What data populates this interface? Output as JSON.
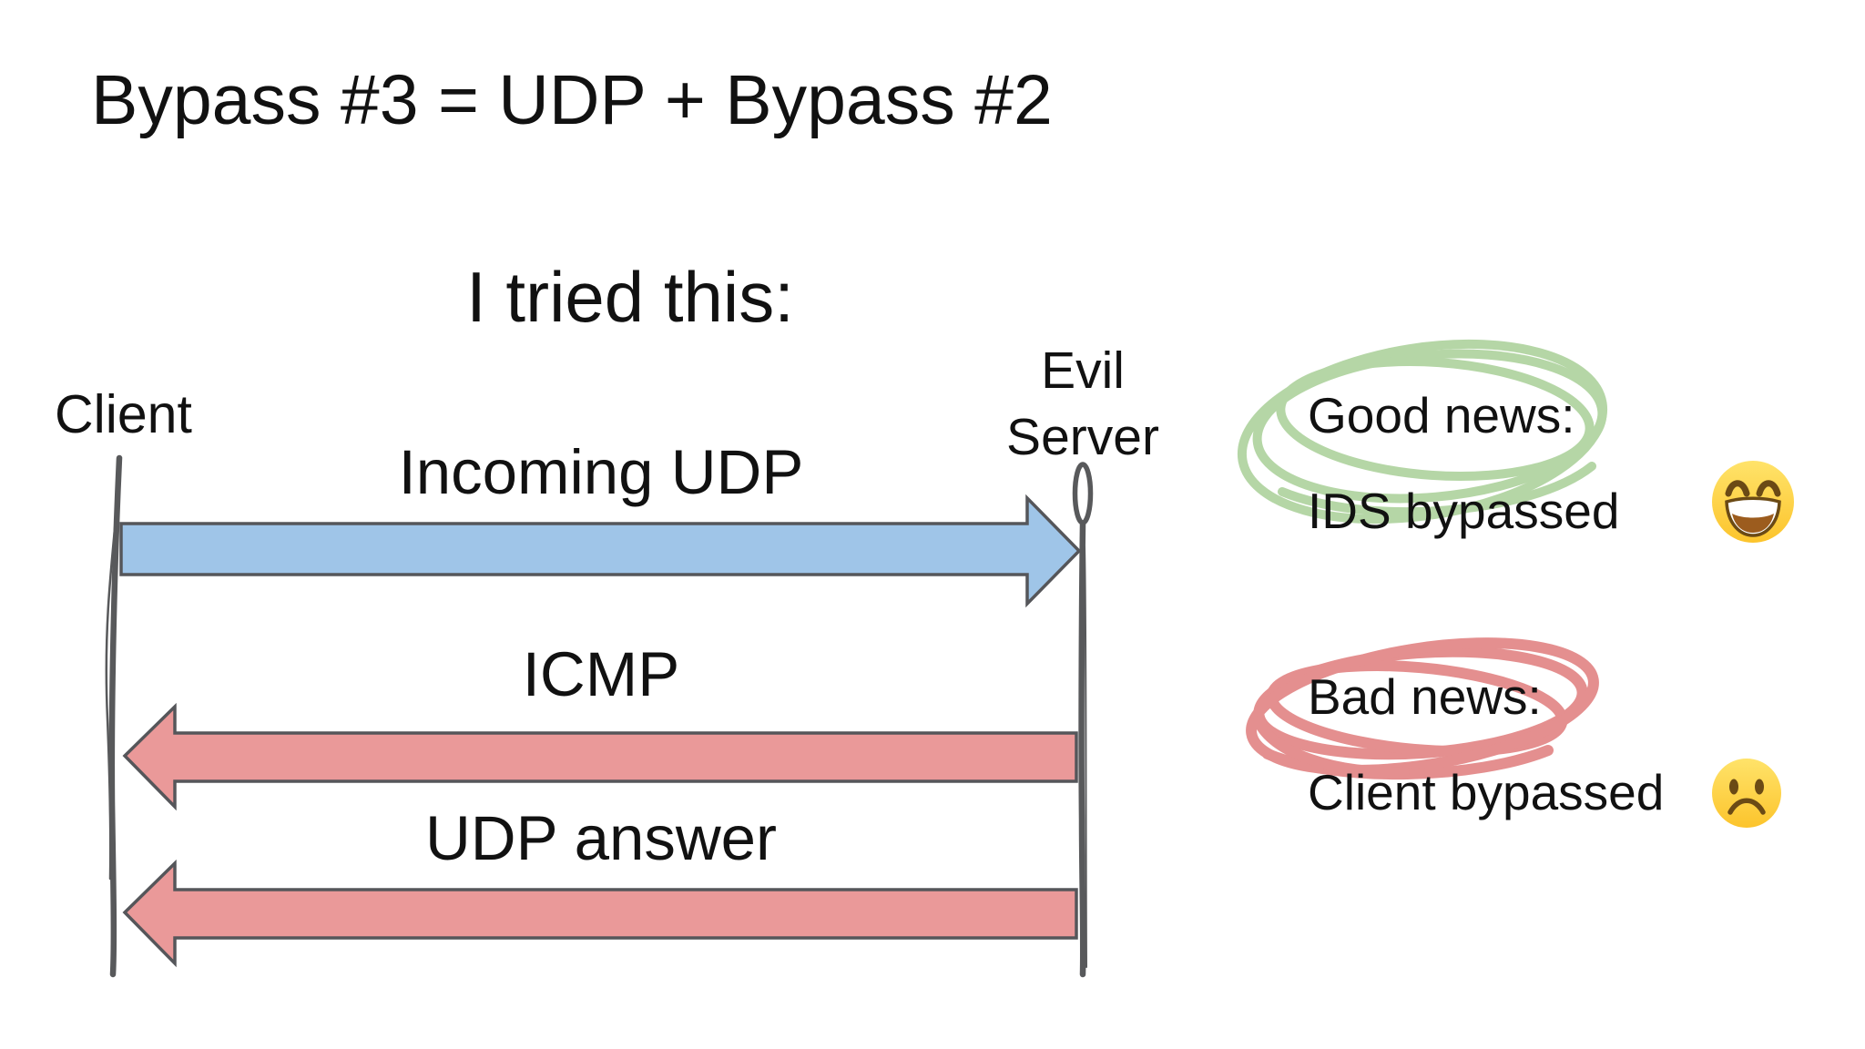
{
  "slide": {
    "title": "Bypass #3 = UDP + Bypass #2",
    "subtitle": "I tried this:"
  },
  "diagram": {
    "client_label": "Client",
    "server_label_line1": "Evil",
    "server_label_line2": "Server",
    "arrows": [
      {
        "label": "Incoming UDP",
        "direction": "right",
        "fill": "#9fc5e8"
      },
      {
        "label": "ICMP",
        "direction": "left",
        "fill": "#ea9999"
      },
      {
        "label": "UDP answer",
        "direction": "left",
        "fill": "#ea9999"
      }
    ]
  },
  "annotations": {
    "good_news": {
      "heading": "Good news:",
      "detail": "IDS bypassed",
      "emoji": "grinning-face-with-smiling-eyes",
      "circle_color": "#b5d6a6"
    },
    "bad_news": {
      "heading": "Bad news:",
      "detail": "Client bypassed",
      "emoji": "frowning-face",
      "circle_color": "#e48f8f"
    }
  },
  "colors": {
    "background": "#ffffff",
    "text": "#111111",
    "lifeline": "#58595b",
    "arrow_outline": "#55565a",
    "emoji_yellow_light": "#ffe36a",
    "emoji_yellow_deep": "#fcc42c",
    "emoji_brown": "#6b4a15",
    "emoji_mouth_fill": "#9c5c1e",
    "emoji_teeth": "#ffffff"
  }
}
